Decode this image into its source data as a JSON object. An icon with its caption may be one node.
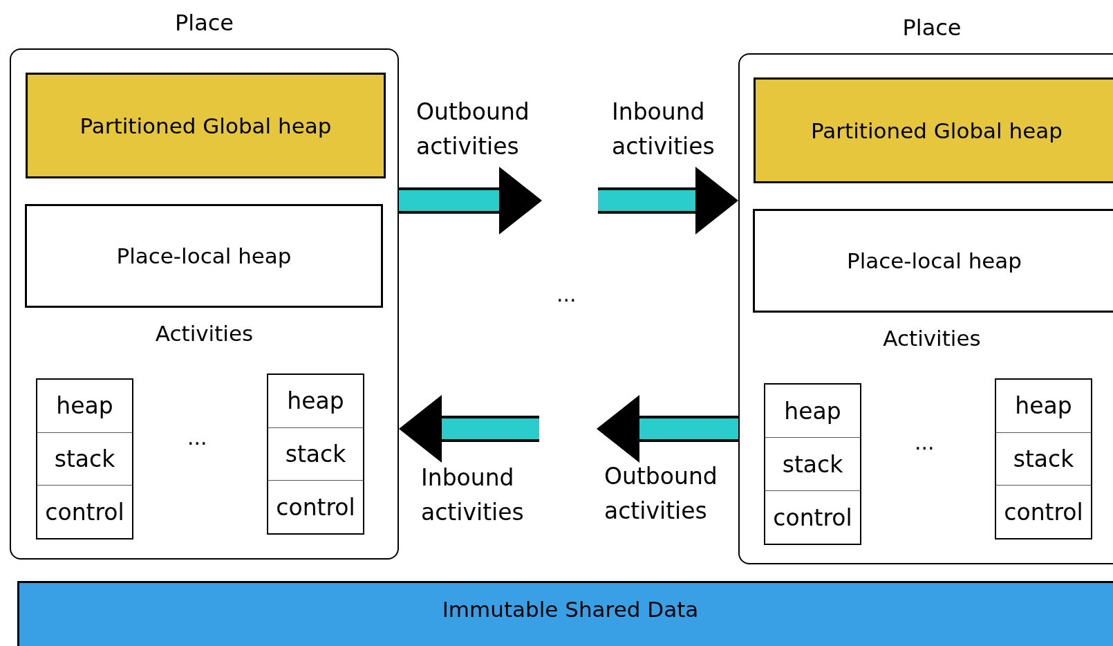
{
  "diagram": {
    "nodes": [
      {
        "text": [
          "Place",
          "Activities"
        ]
      },
      {
        "text": [
          "Partitioned Global heap"
        ],
        "in": 0
      },
      {
        "text": [
          "Place-local heap"
        ],
        "in": 0
      },
      {
        "text": [],
        "shape": "box",
        "in": 0
      },
      {
        "text": [
          "heap"
        ],
        "in": 3
      },
      {
        "text": [
          "stack"
        ],
        "in": 3
      },
      {
        "text": [
          "control"
        ],
        "in": 3
      },
      {
        "text": [],
        "shape": "box",
        "in": 0
      },
      {
        "text": [
          "heap"
        ],
        "in": 7
      },
      {
        "text": [
          "stack"
        ],
        "in": 7
      },
      {
        "text": [
          "control"
        ],
        "in": 7
      },
      {
        "text": [
          "Place",
          "Activities"
        ]
      },
      {
        "text": [
          "Partitioned Global heap"
        ],
        "in": 11
      },
      {
        "text": [
          "Place-local heap"
        ],
        "in": 11
      },
      {
        "text": [],
        "shape": "box",
        "in": 11
      },
      {
        "text": [
          "heap"
        ],
        "in": 14
      },
      {
        "text": [
          "stack"
        ],
        "in": 14
      },
      {
        "text": [
          "control"
        ],
        "in": 14
      },
      {
        "text": [],
        "shape": "box",
        "in": 11
      },
      {
        "text": [
          "heap"
        ],
        "in": 18
      },
      {
        "text": [
          "stack"
        ],
        "in": 18
      },
      {
        "text": [
          "control"
        ],
        "in": 18
      },
      {
        "text": [
          "Immutable Shared Data"
        ]
      }
    ],
    "edges": [
      {
        "from": 0,
        "to": null,
        "arrow": "to",
        "label": "Outbound activities"
      },
      {
        "from": null,
        "to": 11,
        "arrow": "to",
        "label": "Inbound activities"
      },
      {
        "from": null,
        "to": 0,
        "arrow": "to",
        "label": "Inbound activities"
      },
      {
        "from": 11,
        "to": null,
        "arrow": "to",
        "label": "Outbound activities"
      }
    ],
    "labels": [
      "...",
      "...",
      "..."
    ]
  }
}
